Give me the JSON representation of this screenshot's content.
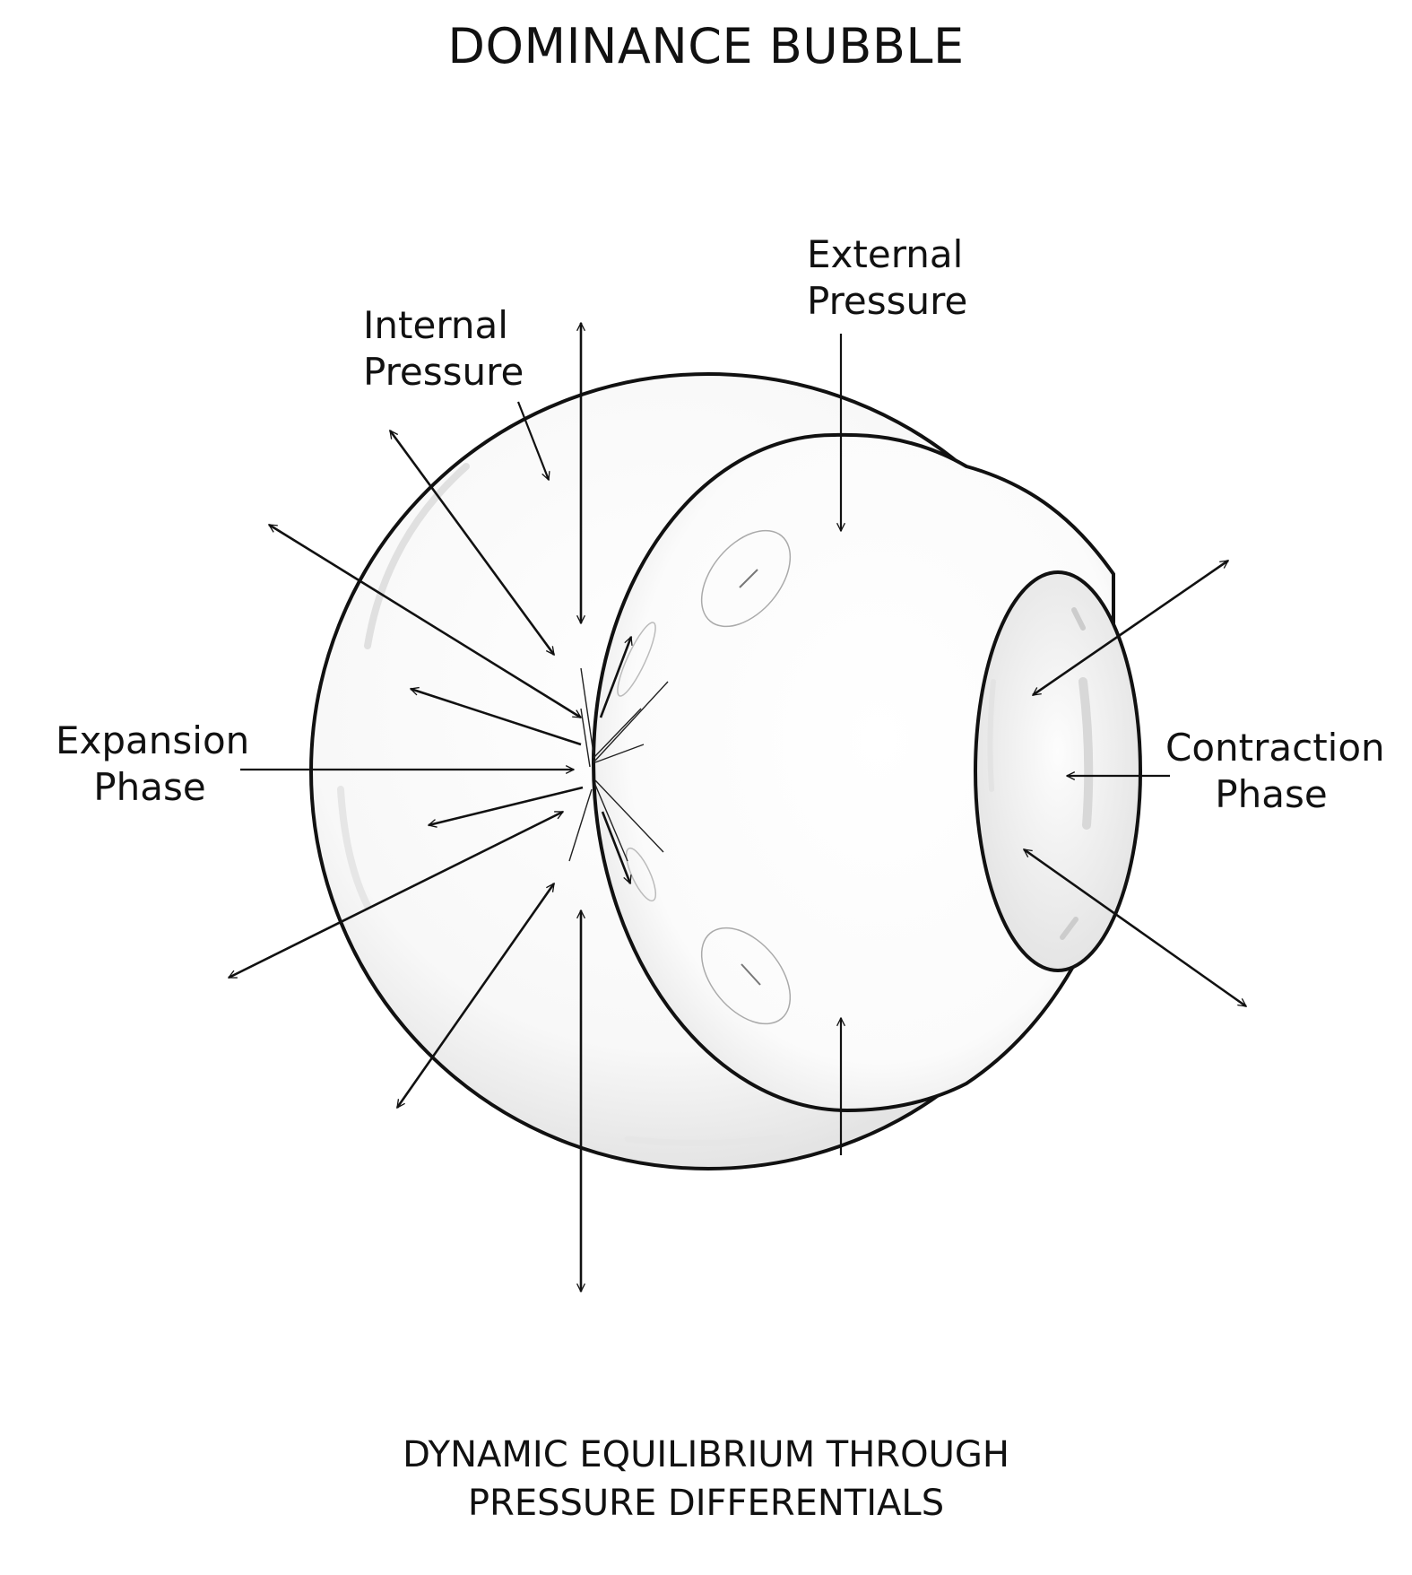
{
  "title": "DOMINANCE BUBBLE",
  "labels": {
    "internal_pressure": "Internal\nPressure",
    "external_pressure": "External\nPressure",
    "expansion_phase": "Expansion\nPhase",
    "contraction_phase": "Contraction\nPhase"
  },
  "caption": {
    "line1": "DYNAMIC EQUILIBRIUM THROUGH",
    "line2": "PRESSURE DIFFERENTIALS"
  },
  "colors": {
    "stroke": "#111111",
    "bubble_fill": "#f7f7f7",
    "highlight": "#e2e2e2"
  }
}
